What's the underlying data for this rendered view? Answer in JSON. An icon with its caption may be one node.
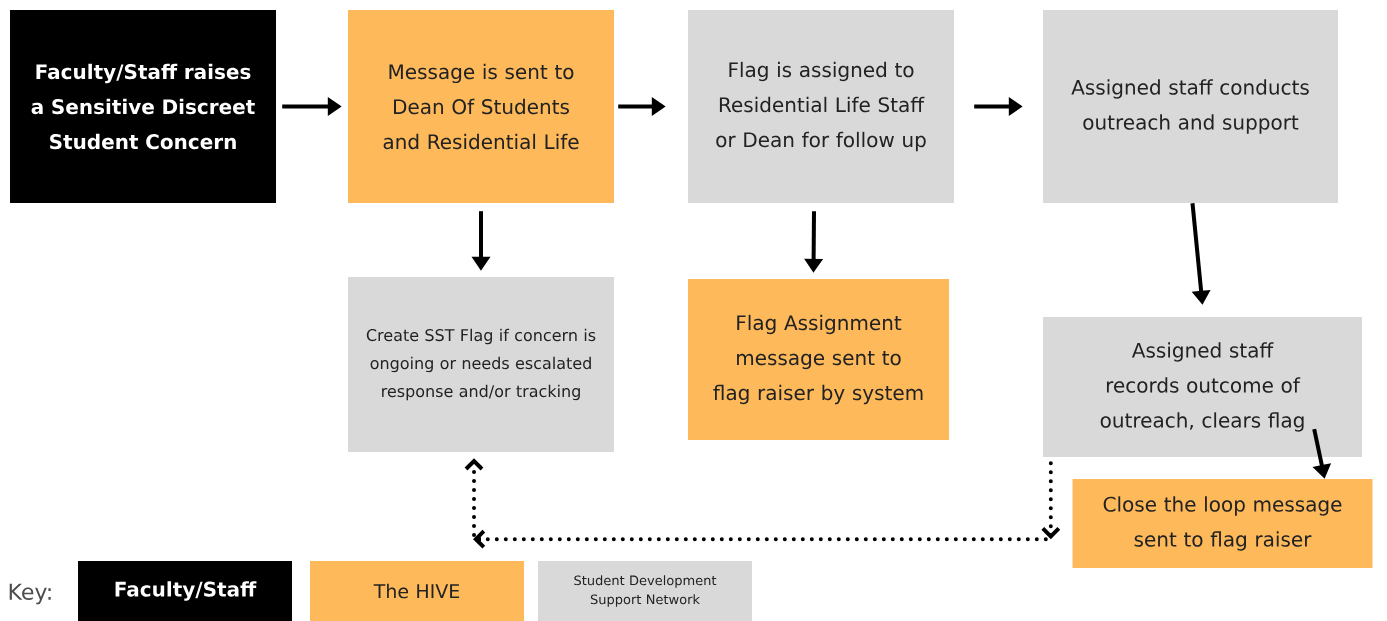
{
  "diagram": {
    "nodes": [
      {
        "text": [
          "Faculty/Staff raises a Sensitive Discreet Student Concern"
        ]
      },
      {
        "text": [
          "Message is sent to Dean Of Students and Residential Life"
        ]
      },
      {
        "text": [
          "Flag is assigned to Residential Life Staff or Dean for follow up"
        ]
      },
      {
        "text": [
          "Assigned staff conducts outreach and support"
        ]
      },
      {
        "text": [
          "Create SST Flag if concern is ongoing or needs escalated response and/or tracking"
        ]
      },
      {
        "text": [
          "Flag Assignment message sent to flag raiser by system"
        ]
      },
      {
        "text": [
          "Assigned staff records outcome of outreach, clears flag"
        ]
      },
      {
        "text": [
          "Close the loop message sent to flag raiser"
        ]
      }
    ],
    "edges": [
      {
        "from": 0,
        "to": 1,
        "arrow": "to"
      },
      {
        "from": 1,
        "to": 2,
        "arrow": "to"
      },
      {
        "from": 2,
        "to": 3,
        "arrow": "to"
      },
      {
        "from": 1,
        "to": 4,
        "arrow": "to"
      },
      {
        "from": 2,
        "to": 5,
        "arrow": "to"
      },
      {
        "from": 3,
        "to": 6,
        "arrow": "to"
      },
      {
        "from": 6,
        "to": 7,
        "arrow": "to"
      },
      {
        "from": 6,
        "to": 4,
        "arrow": "to",
        "style": "dashed"
      }
    ],
    "labels": [
      "Key:"
    ],
    "legend": [
      {
        "text": "Faculty/Staff",
        "color": "#000000"
      },
      {
        "text": "The HIVE",
        "color": "#fdb95a"
      },
      {
        "text": "Student Development Support Network",
        "color": "#d9d9d9"
      }
    ]
  }
}
